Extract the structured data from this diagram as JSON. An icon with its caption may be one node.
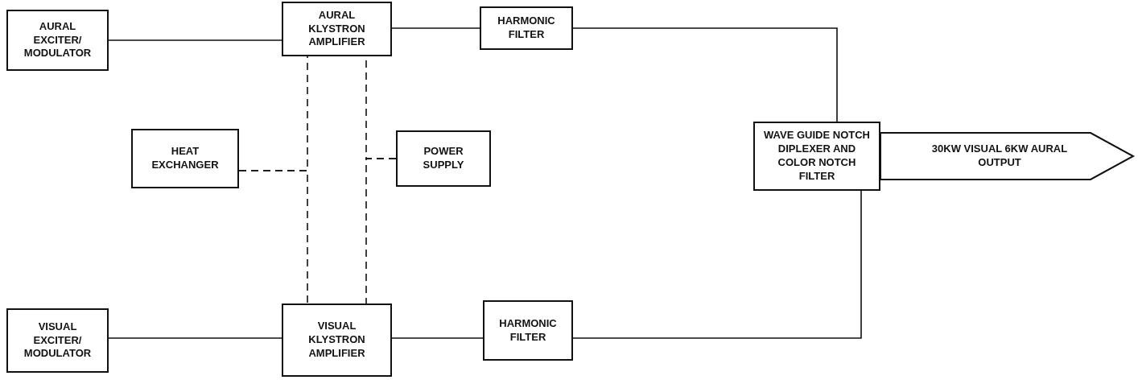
{
  "diagram": {
    "nodes": [
      {
        "text": [
          "AURAL EXCITER/ MODULATOR"
        ]
      },
      {
        "text": [
          "AURAL KLYSTRON AMPLIFIER"
        ]
      },
      {
        "text": [
          "HARMONIC FILTER"
        ]
      },
      {
        "text": [
          "HEAT EXCHANGER"
        ]
      },
      {
        "text": [
          "POWER SUPPLY"
        ]
      },
      {
        "text": [
          "WAVE GUIDE NOTCH DIPLEXER AND COLOR NOTCH FILTER"
        ]
      },
      {
        "text": [
          "30KW VISUAL 6KW AURAL OUTPUT"
        ]
      },
      {
        "text": [
          "VISUAL EXCITER/ MODULATOR"
        ]
      },
      {
        "text": [
          "VISUAL KLYSTRON AMPLIFIER"
        ]
      },
      {
        "text": [
          "HARMONIC FILTER"
        ]
      }
    ],
    "edges": [
      {
        "from": 0,
        "to": 1,
        "arrow": "none"
      },
      {
        "from": 1,
        "to": 2,
        "arrow": "none"
      },
      {
        "from": 2,
        "to": 5,
        "arrow": "none"
      },
      {
        "from": 7,
        "to": 8,
        "arrow": "none"
      },
      {
        "from": 8,
        "to": 9,
        "arrow": "none"
      },
      {
        "from": 9,
        "to": 5,
        "arrow": "none"
      },
      {
        "from": 3,
        "to": 1,
        "arrow": "none",
        "style": "dashed"
      },
      {
        "from": 3,
        "to": 8,
        "arrow": "none",
        "style": "dashed"
      },
      {
        "from": 4,
        "to": 1,
        "arrow": "none",
        "style": "dashed"
      },
      {
        "from": 4,
        "to": 8,
        "arrow": "none",
        "style": "dashed"
      }
    ]
  }
}
